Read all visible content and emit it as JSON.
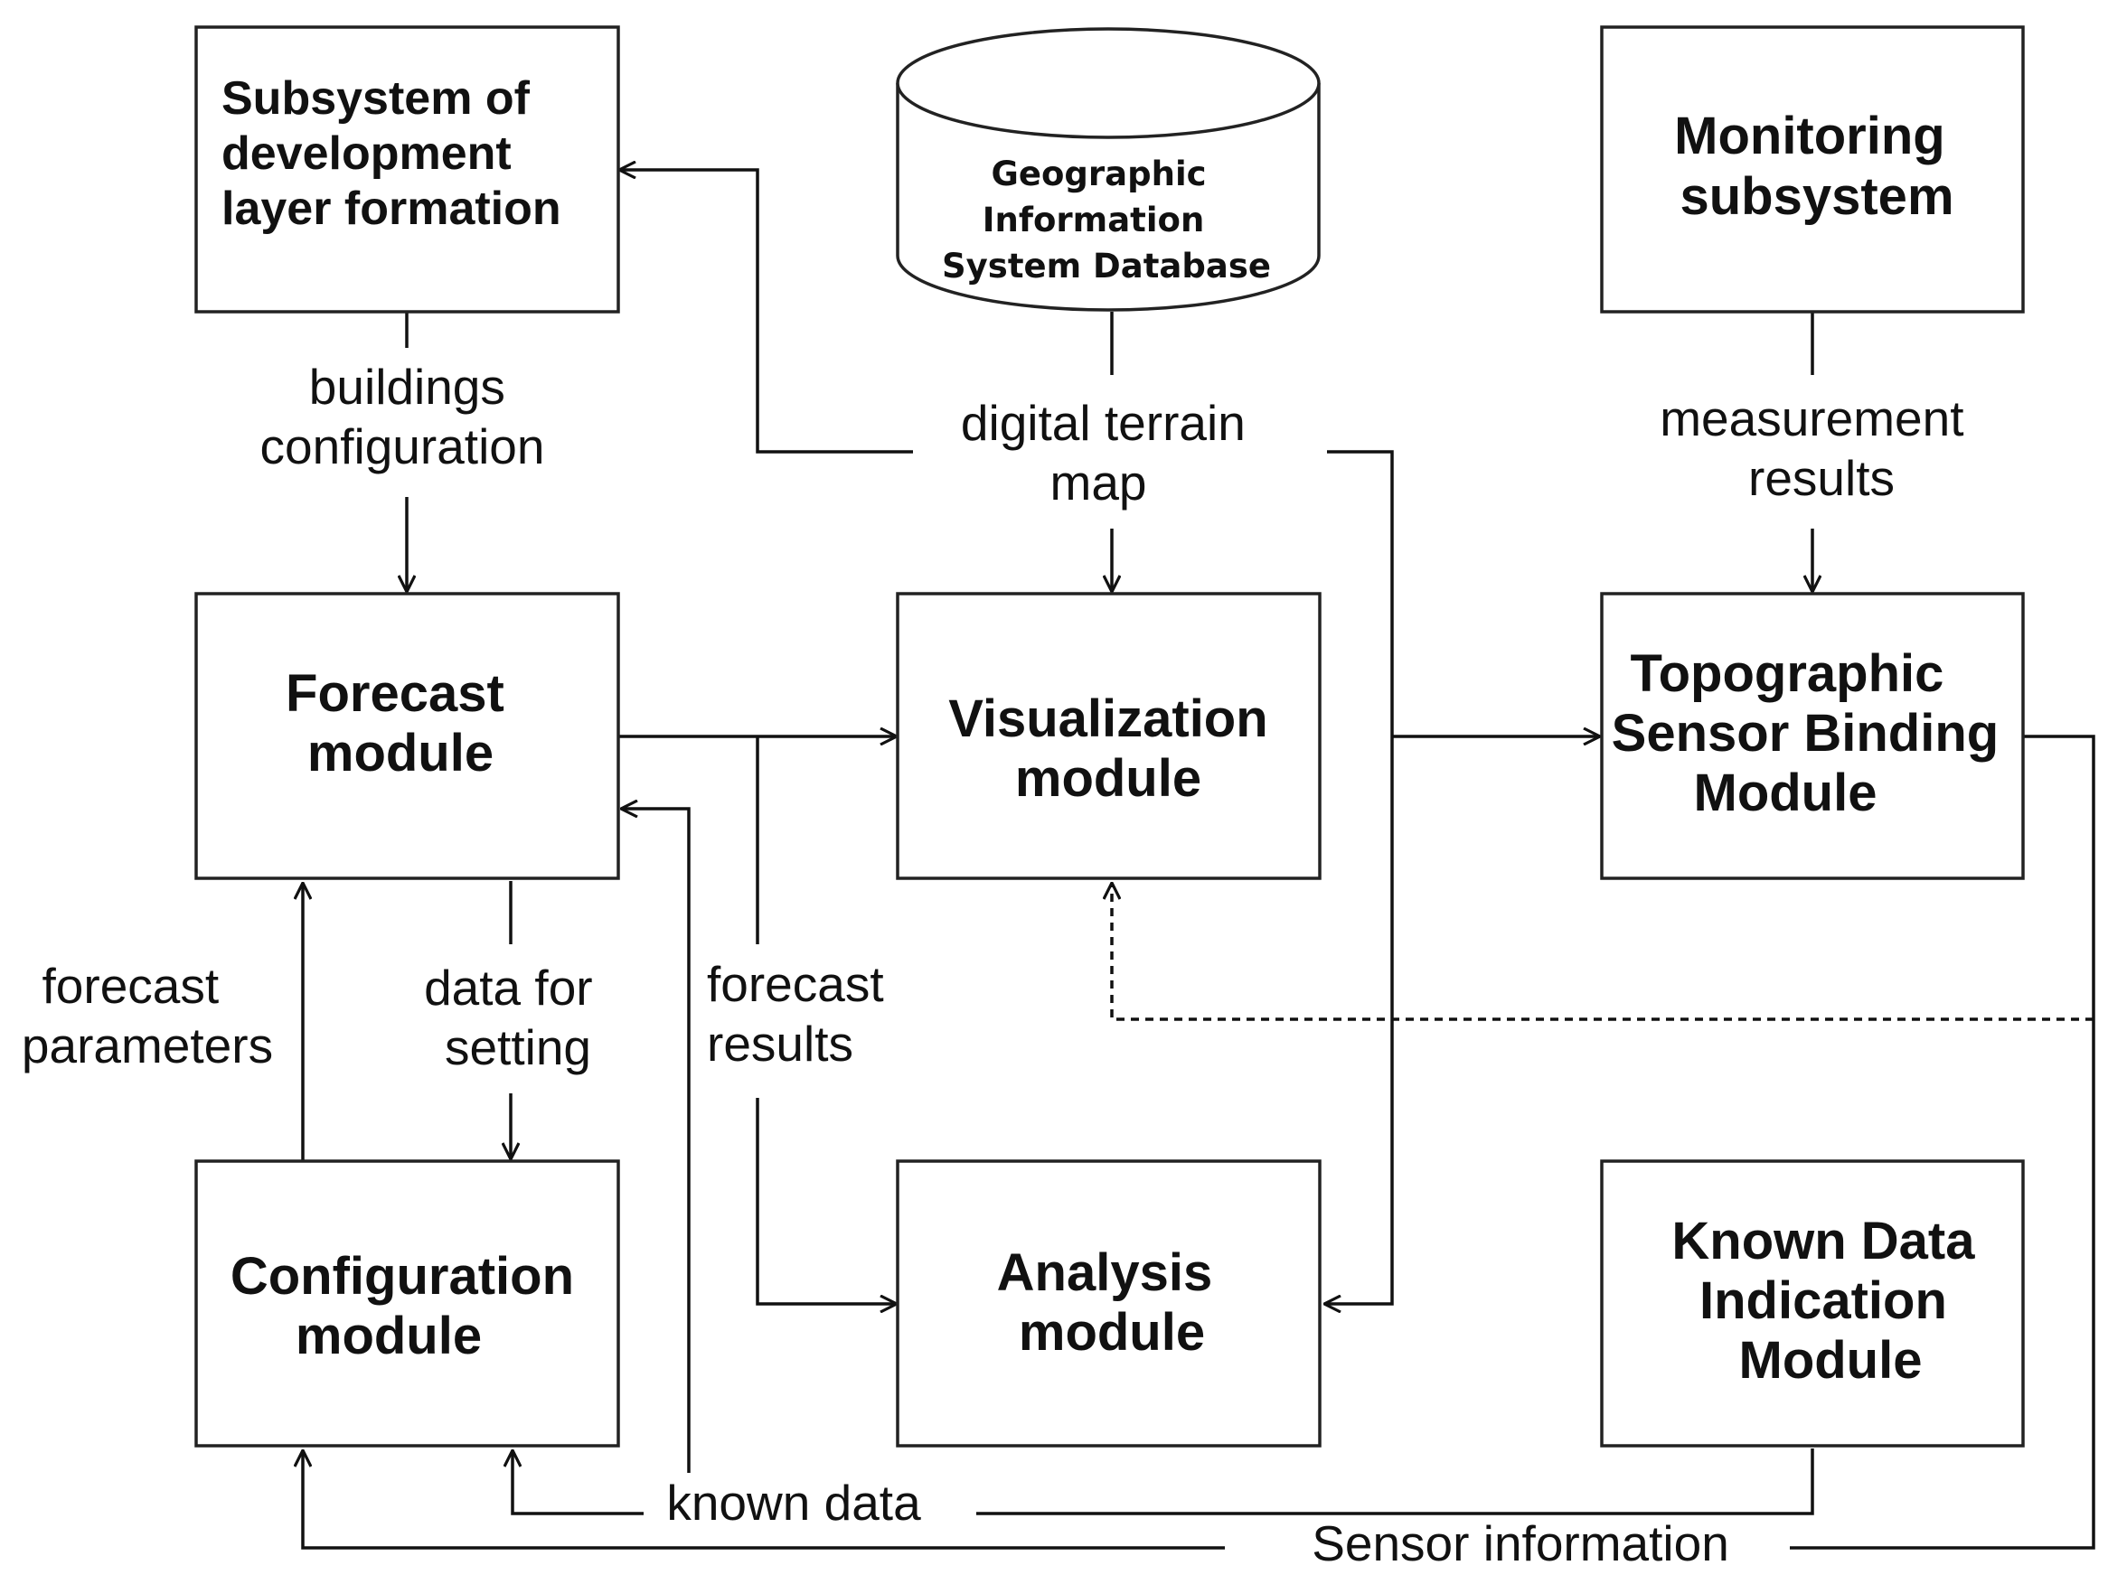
{
  "nodes": {
    "development_layer": {
      "lines": [
        "Subsystem of",
        "development",
        "layer formation"
      ]
    },
    "gis_database": {
      "lines": [
        "Geographic",
        "Information",
        "System Database"
      ]
    },
    "monitoring": {
      "lines": [
        "Monitoring",
        "subsystem"
      ]
    },
    "forecast": {
      "lines": [
        "Forecast",
        "module"
      ]
    },
    "visualization": {
      "lines": [
        "Visualization",
        "module"
      ]
    },
    "topographic_binding": {
      "lines": [
        "Topographic",
        "Sensor Binding",
        "Module"
      ]
    },
    "configuration": {
      "lines": [
        "Configuration",
        "module"
      ]
    },
    "analysis": {
      "lines": [
        "Analysis",
        "module"
      ]
    },
    "known_data_indication": {
      "lines": [
        "Known Data",
        "Indication",
        "Module"
      ]
    }
  },
  "edge_labels": {
    "buildings_configuration": [
      "buildings",
      "configuration"
    ],
    "digital_terrain_map": [
      "digital terrain",
      "map"
    ],
    "measurement_results": [
      "measurement",
      "results"
    ],
    "forecast_parameters": [
      "forecast",
      "parameters"
    ],
    "data_for_setting": [
      "data for",
      "setting"
    ],
    "forecast_results": [
      "forecast",
      "results"
    ],
    "known_data": [
      "known data"
    ],
    "sensor_information": [
      "Sensor information"
    ]
  },
  "colors": {
    "stroke": "#111111",
    "background": "#ffffff"
  }
}
